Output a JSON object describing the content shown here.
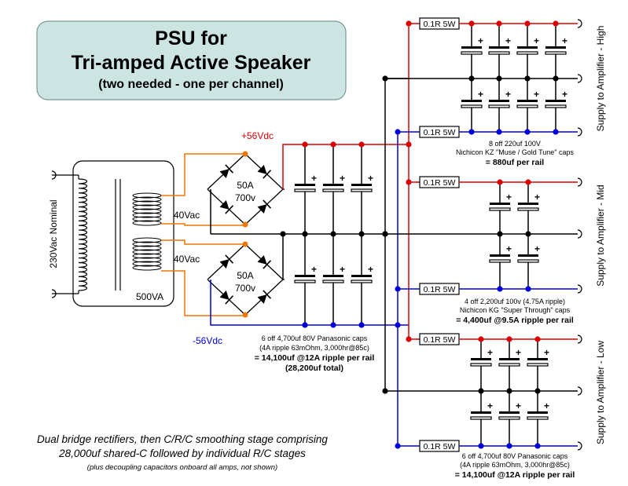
{
  "title": {
    "line1": "PSU for",
    "line2": "Tri-amped Active Speaker",
    "line3": "(two needed - one per channel)"
  },
  "transformer": {
    "primary_label": "230Vac Nominal",
    "rating": "500VA",
    "secondary_top": "40Vac",
    "secondary_bottom": "40Vac"
  },
  "rectifiers": {
    "top": {
      "line1": "50A",
      "line2": "700v"
    },
    "bottom": {
      "line1": "50A",
      "line2": "700v"
    }
  },
  "rails": {
    "positive": "+56Vdc",
    "negative": "-56Vdc"
  },
  "main_caps": {
    "line1": "6 off 4,700uf 80V Panasonic caps",
    "line2": "(4A ripple 63mOhm, 3,000hr@85c)",
    "line3": "= 14,100uf @12A ripple per rail",
    "line4": "(28,200uf total)"
  },
  "resistor_label": "0.1R 5W",
  "stages": {
    "high": {
      "supply_label": "Supply to Amplifier - High",
      "line1": "8 off 220uf 100V",
      "line2": "Nichicon KZ \"Muse / Gold Tune\" caps",
      "line3": "= 880uf per rail"
    },
    "mid": {
      "supply_label": "Supply to Amplifier - Mid",
      "line1": "4 off 2,200uf 100v (4.75A ripple)",
      "line2": "Nichicon KG \"Super Through\" caps",
      "line3": "= 4,400uf @9.5A ripple per rail"
    },
    "low": {
      "supply_label": "Supply to Amplifier - Low",
      "line1": "6 off 4,700uf 80V Panasonic caps",
      "line2": "(4A ripple 63mOhm, 3,000hr@85c)",
      "line3": "= 14,100uf @12A ripple per rail"
    }
  },
  "notes": {
    "line1": "Dual bridge rectifiers, then C/R/C smoothing stage comprising",
    "line2": "28,000uf shared-C followed by individual R/C stages",
    "line3": "(plus decoupling capacitors onboard all amps, not shown)"
  },
  "colors": {
    "positive_rail": "#dd0000",
    "negative_rail": "#0000dd",
    "ac_wire": "#ee7700",
    "ground": "#000000",
    "title_box": "#cde5e2"
  }
}
